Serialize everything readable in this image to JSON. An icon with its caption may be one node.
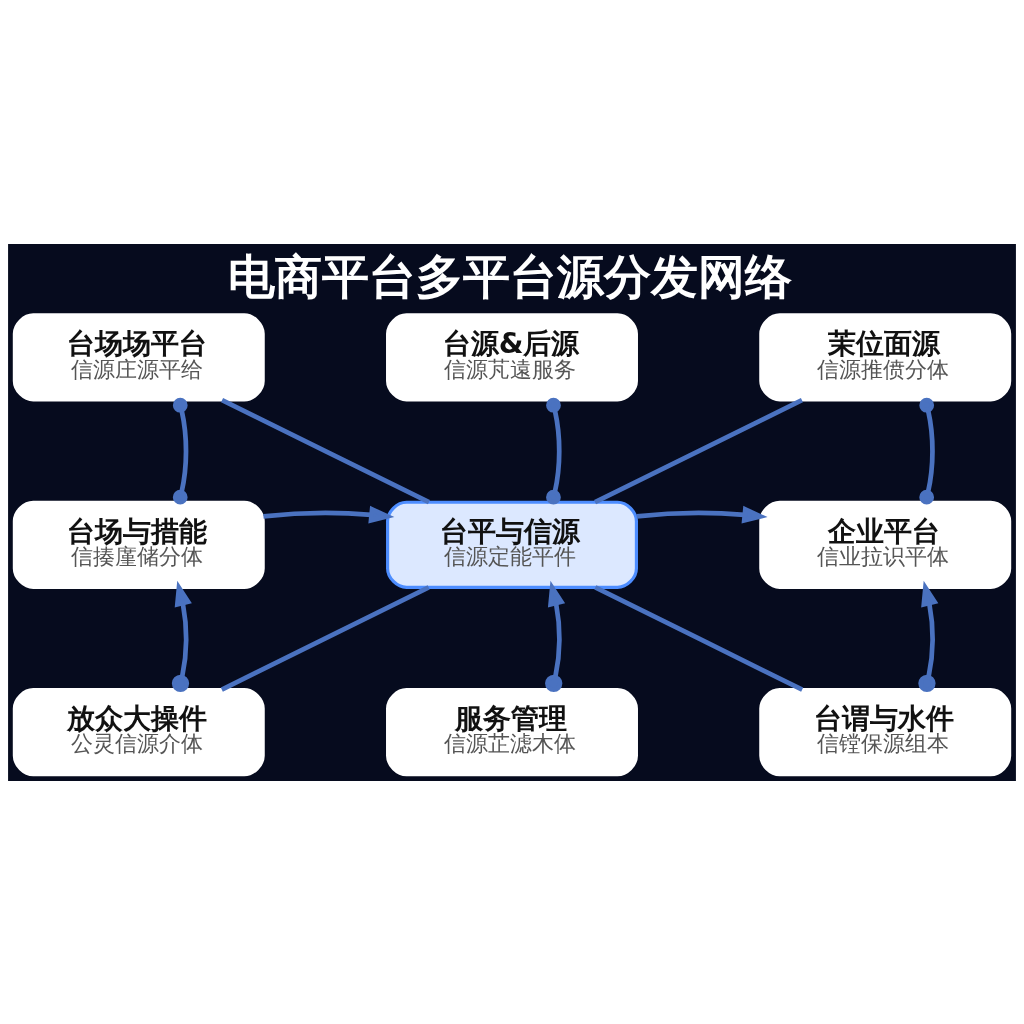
{
  "diagram": {
    "title": "电商平台多平台源分发网络",
    "nodes": [
      {
        "text": [
          "台场场平台",
          "信源庄源平给"
        ]
      },
      {
        "text": [
          "台源&后源",
          "信源芃遠服务"
        ]
      },
      {
        "text": [
          "茉位面源",
          "信源推偾分体"
        ]
      },
      {
        "text": [
          "台场与措能",
          "信揍廑储分体"
        ]
      },
      {
        "text": [
          "台平与信源",
          "信源定能平件"
        ]
      },
      {
        "text": [
          "企业平台",
          "信业拉识平体"
        ]
      },
      {
        "text": [
          "放众大操件",
          "公灵信源介体"
        ]
      },
      {
        "text": [
          "服务管理",
          "信源芷滤木体"
        ]
      },
      {
        "text": [
          "台谓与水件",
          "信镗保源组本"
        ]
      }
    ],
    "edges": [
      {
        "from": 0,
        "to": 3,
        "arrow": "other"
      },
      {
        "from": 1,
        "to": 4,
        "arrow": "other"
      },
      {
        "from": 2,
        "to": 5,
        "arrow": "other"
      },
      {
        "from": 0,
        "to": 4,
        "arrow": "none"
      },
      {
        "from": 2,
        "to": 4,
        "arrow": "none"
      },
      {
        "from": 3,
        "to": 4,
        "arrow": "to"
      },
      {
        "from": 4,
        "to": 5,
        "arrow": "to"
      },
      {
        "from": 6,
        "to": 3,
        "arrow": "to"
      },
      {
        "from": 7,
        "to": 4,
        "arrow": "to"
      },
      {
        "from": 8,
        "to": 5,
        "arrow": "to"
      },
      {
        "from": 4,
        "to": 6,
        "arrow": "none"
      },
      {
        "from": 4,
        "to": 8,
        "arrow": "none"
      }
    ]
  }
}
